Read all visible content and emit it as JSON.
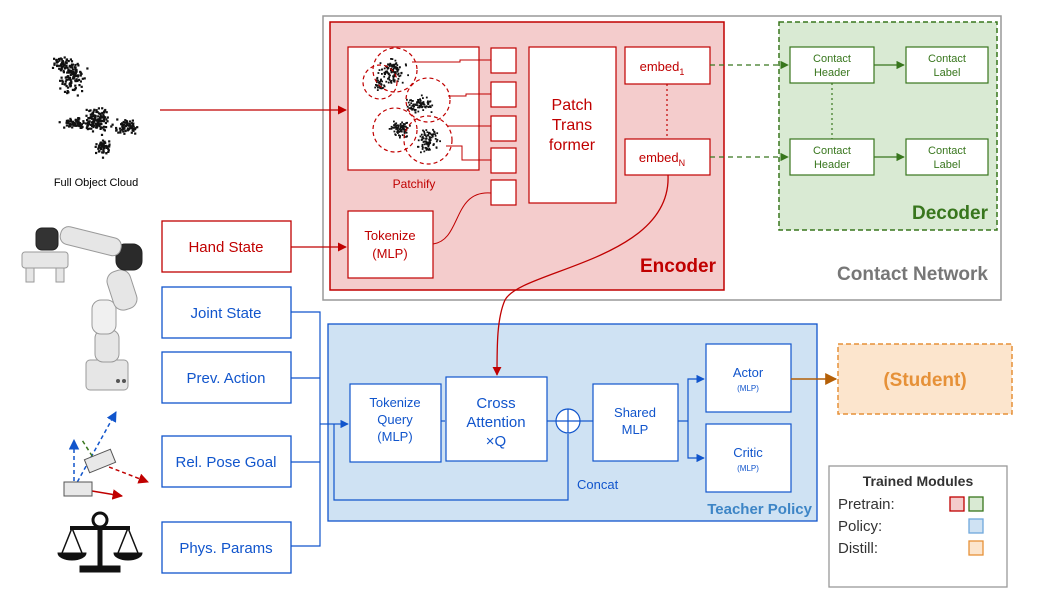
{
  "inputs": {
    "point_cloud_label": "Full Object Cloud",
    "hand_state": "Hand State",
    "joint_state": "Joint State",
    "prev_action": "Prev. Action",
    "rel_pose_goal": "Rel. Pose Goal",
    "phys_params": "Phys. Params"
  },
  "contact_network": {
    "title": "Contact Network",
    "encoder": {
      "title": "Encoder",
      "patchify_label": "Patchify",
      "tokenize_line1": "Tokenize",
      "tokenize_line2": "(MLP)",
      "transformer_line1": "Patch",
      "transformer_line2": "Trans",
      "transformer_line3": "former",
      "embed_text": "embed",
      "embed_1_sub": "1",
      "embed_n_sub": "N"
    },
    "decoder": {
      "title": "Decoder",
      "header_line1": "Contact",
      "header_line2": "Header",
      "label_line1": "Contact",
      "label_line2": "Label"
    }
  },
  "teacher_policy": {
    "title": "Teacher Policy",
    "tokenize_query": [
      "Tokenize",
      "Query",
      "(MLP)"
    ],
    "cross_attention": [
      "Cross",
      "Attention",
      "×Q"
    ],
    "shared_mlp": [
      "Shared",
      "MLP"
    ],
    "actor": "Actor",
    "actor_sub": "(MLP)",
    "critic": "Critic",
    "critic_sub": "(MLP)",
    "concat_label": "Concat"
  },
  "student": "(Student)",
  "legend": {
    "title": "Trained Modules",
    "rows": [
      "Pretrain:",
      "Policy:",
      "Distill:"
    ]
  },
  "colors": {
    "red": "#c00000",
    "red_fill": "#f4cccc",
    "green": "#38761d",
    "green_fill": "#d9ead3",
    "blue": "#1155cc",
    "blue_fill": "#cfe2f3",
    "orange": "#e69138",
    "orange_fill": "#fce5cd",
    "grey": "#888888"
  }
}
